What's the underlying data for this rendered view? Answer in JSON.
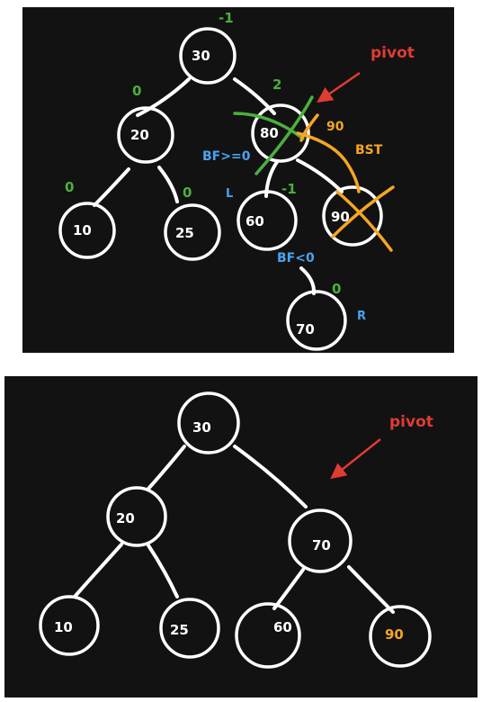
{
  "top": {
    "nodes": {
      "n30": "30",
      "n20": "20",
      "n80": "80",
      "n10": "10",
      "n25": "25",
      "n60": "60",
      "n90": "90",
      "n70": "70"
    },
    "balance_factors": {
      "n30": "-1",
      "n20": "0",
      "n80": "2",
      "n10": "0",
      "n25": "0",
      "n60": "-1",
      "n70": "0"
    },
    "annotations": {
      "pivot": "pivot",
      "bst": "BST",
      "bst_value": "90",
      "bf_ge": "BF>=0",
      "bf_lt": "BF<0",
      "left": "L",
      "right": "R"
    }
  },
  "bottom": {
    "nodes": {
      "n30": "30",
      "n20": "20",
      "n70": "70",
      "n10": "10",
      "n25": "25",
      "n60": "60",
      "n90": "90"
    },
    "annotations": {
      "pivot": "pivot"
    }
  },
  "colors": {
    "background": "#121212",
    "stroke": "#ffffff",
    "balance_factor": "#4caf3f",
    "pivot": "#e03c31",
    "highlight": "#f5a623",
    "note": "#4aa3f0"
  }
}
